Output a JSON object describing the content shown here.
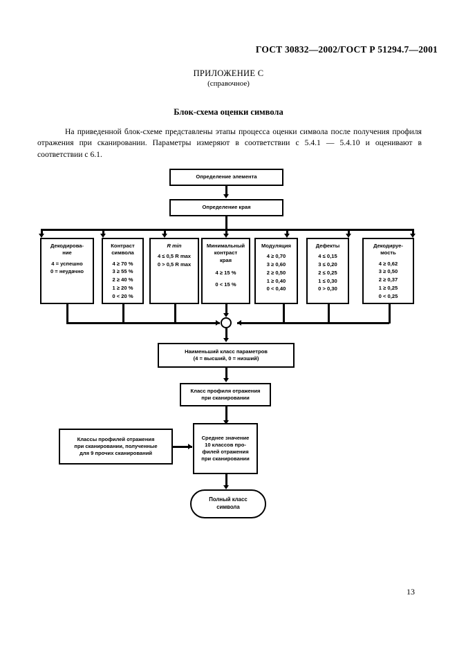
{
  "document": {
    "standard_reference": "ГОСТ 30832—2002/ГОСТ Р 51294.7—2001",
    "annex_title": "ПРИЛОЖЕНИЕ С",
    "annex_subtitle": "(справочное)",
    "section_title": "Блок-схема оценки символа",
    "intro_paragraph": "На приведенной блок-схеме представлены этапы процесса оценки символа после получения профиля отражения при сканировании. Параметры измеряют в соответствии с 5.4.1 — 5.4.10 и оценивают в соответствии с 6.1.",
    "page_number": "13"
  },
  "flowchart": {
    "type": "flowchart",
    "nodes": {
      "element_determination": {
        "label": "Определение элемента",
        "shape": "rect"
      },
      "edge_determination": {
        "label": "Определение края",
        "shape": "rect"
      },
      "lowest_param_class": {
        "line1": "Наименьший класс параметров",
        "line2": "(4  = высший, 0 = низший)",
        "shape": "rect"
      },
      "scan_reflectance_class": {
        "line1": "Класс профиля отражения",
        "line2": "при сканировании",
        "shape": "rect"
      },
      "other_scan_classes": {
        "line1": "Классы профилей отражения",
        "line2": "при сканировании, полученные",
        "line3": "для 9 прочих сканирований",
        "shape": "rect"
      },
      "average_class": {
        "line1": "Среднее значение",
        "line2": "10 классов про-",
        "line3": "филей отражения",
        "line4": "при сканировании",
        "shape": "rect"
      },
      "full_symbol_class": {
        "line1": "Полный класс",
        "line2": "символа",
        "shape": "terminator"
      },
      "merge_connector": {
        "label": "",
        "shape": "circle"
      }
    },
    "parameters": [
      {
        "id": "decoding",
        "title_line1": "Декодирова-",
        "title_line2": "ние",
        "grades": [
          "4 = успешно",
          "0 = неудачно"
        ]
      },
      {
        "id": "symbol-contrast",
        "title_line1": "Контраст",
        "title_line2": "символа",
        "grades": [
          "4 ≥ 70 %",
          "3 ≥ 55 %",
          "2 ≥ 40 %",
          "1 ≥ 20 %",
          "0 < 20 %"
        ]
      },
      {
        "id": "r-min",
        "title_line1": "R min",
        "title_line2": "",
        "grades": [
          "4 ≤ 0,5 R max",
          "0 > 0,5 R max"
        ]
      },
      {
        "id": "minimal-edge-contrast",
        "title_line1": "Минимальный",
        "title_line2": "контраст",
        "title_line3": "края",
        "grades": [
          "4 ≥ 15 %",
          "0 < 15 %"
        ]
      },
      {
        "id": "modulation",
        "title_line1": "Модуляция",
        "title_line2": "",
        "grades": [
          "4 ≥ 0,70",
          "3 ≥ 0,60",
          "2 ≥ 0,50",
          "1 ≥ 0,40",
          "0 < 0,40"
        ]
      },
      {
        "id": "defects",
        "title_line1": "Дефекты",
        "title_line2": "",
        "grades": [
          "4 ≤ 0,15",
          "3 ≤ 0,20",
          "2 ≤ 0,25",
          "1 ≤ 0,30",
          "0 > 0,30"
        ]
      },
      {
        "id": "decodability",
        "title_line1": "Декодируе-",
        "title_line2": "мость",
        "grades": [
          "4 ≥ 0,62",
          "3 ≥ 0,50",
          "2 ≥ 0,37",
          "1 ≥ 0,25",
          "0 < 0,25"
        ]
      }
    ]
  }
}
